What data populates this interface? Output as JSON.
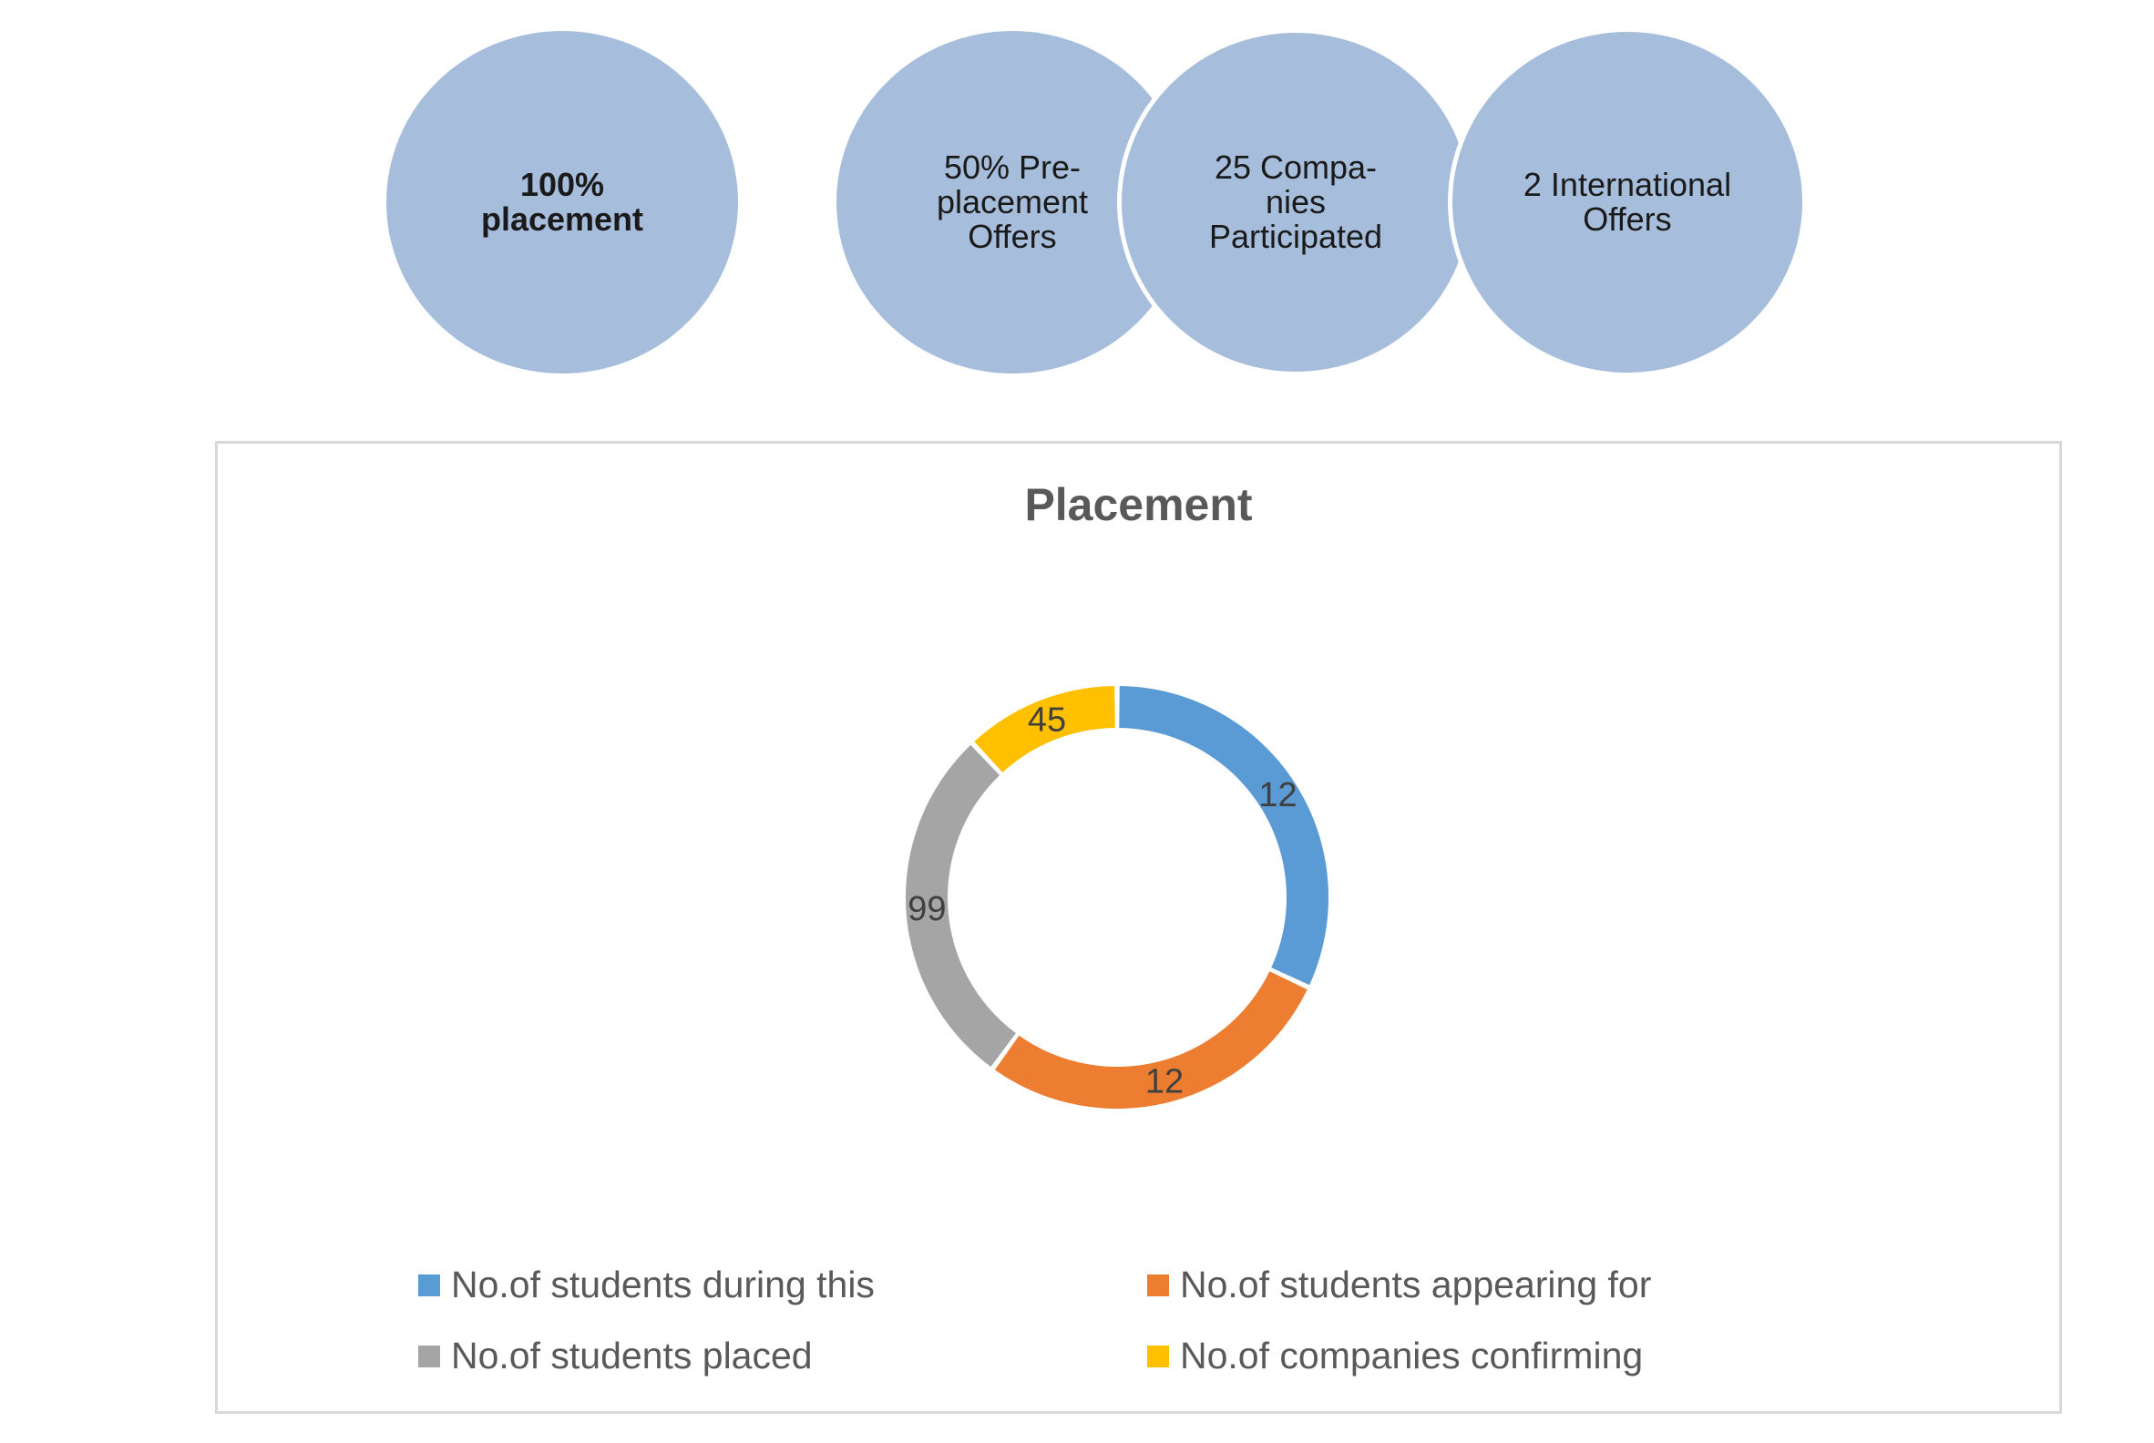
{
  "stats": [
    {
      "text": "100%\nplacement",
      "bold": true
    },
    {
      "text": "50% Pre-\nplacement\nOffers",
      "bold": false
    },
    {
      "text": "25 Compa-\nnies\nParticipated",
      "bold": false
    },
    {
      "text": "2 International\nOffers",
      "bold": false
    }
  ],
  "colors": {
    "circle_fill": "#a6bddc",
    "series": [
      "#5b9bd5",
      "#ed7d31",
      "#a5a5a5",
      "#ffc000"
    ]
  },
  "chart_data": {
    "type": "pie",
    "subtype": "doughnut",
    "title": "Placement",
    "categories": [
      "No.of students during this",
      "No.of students appearing for",
      "No.of students placed",
      "No.of companies confirming"
    ],
    "values": [
      12,
      12,
      99,
      45
    ],
    "data_labels": [
      "12",
      "12",
      "99",
      "45"
    ],
    "shares": [
      0.32,
      0.28,
      0.28,
      0.12
    ],
    "legend_position": "bottom",
    "legend_columns": 2
  }
}
